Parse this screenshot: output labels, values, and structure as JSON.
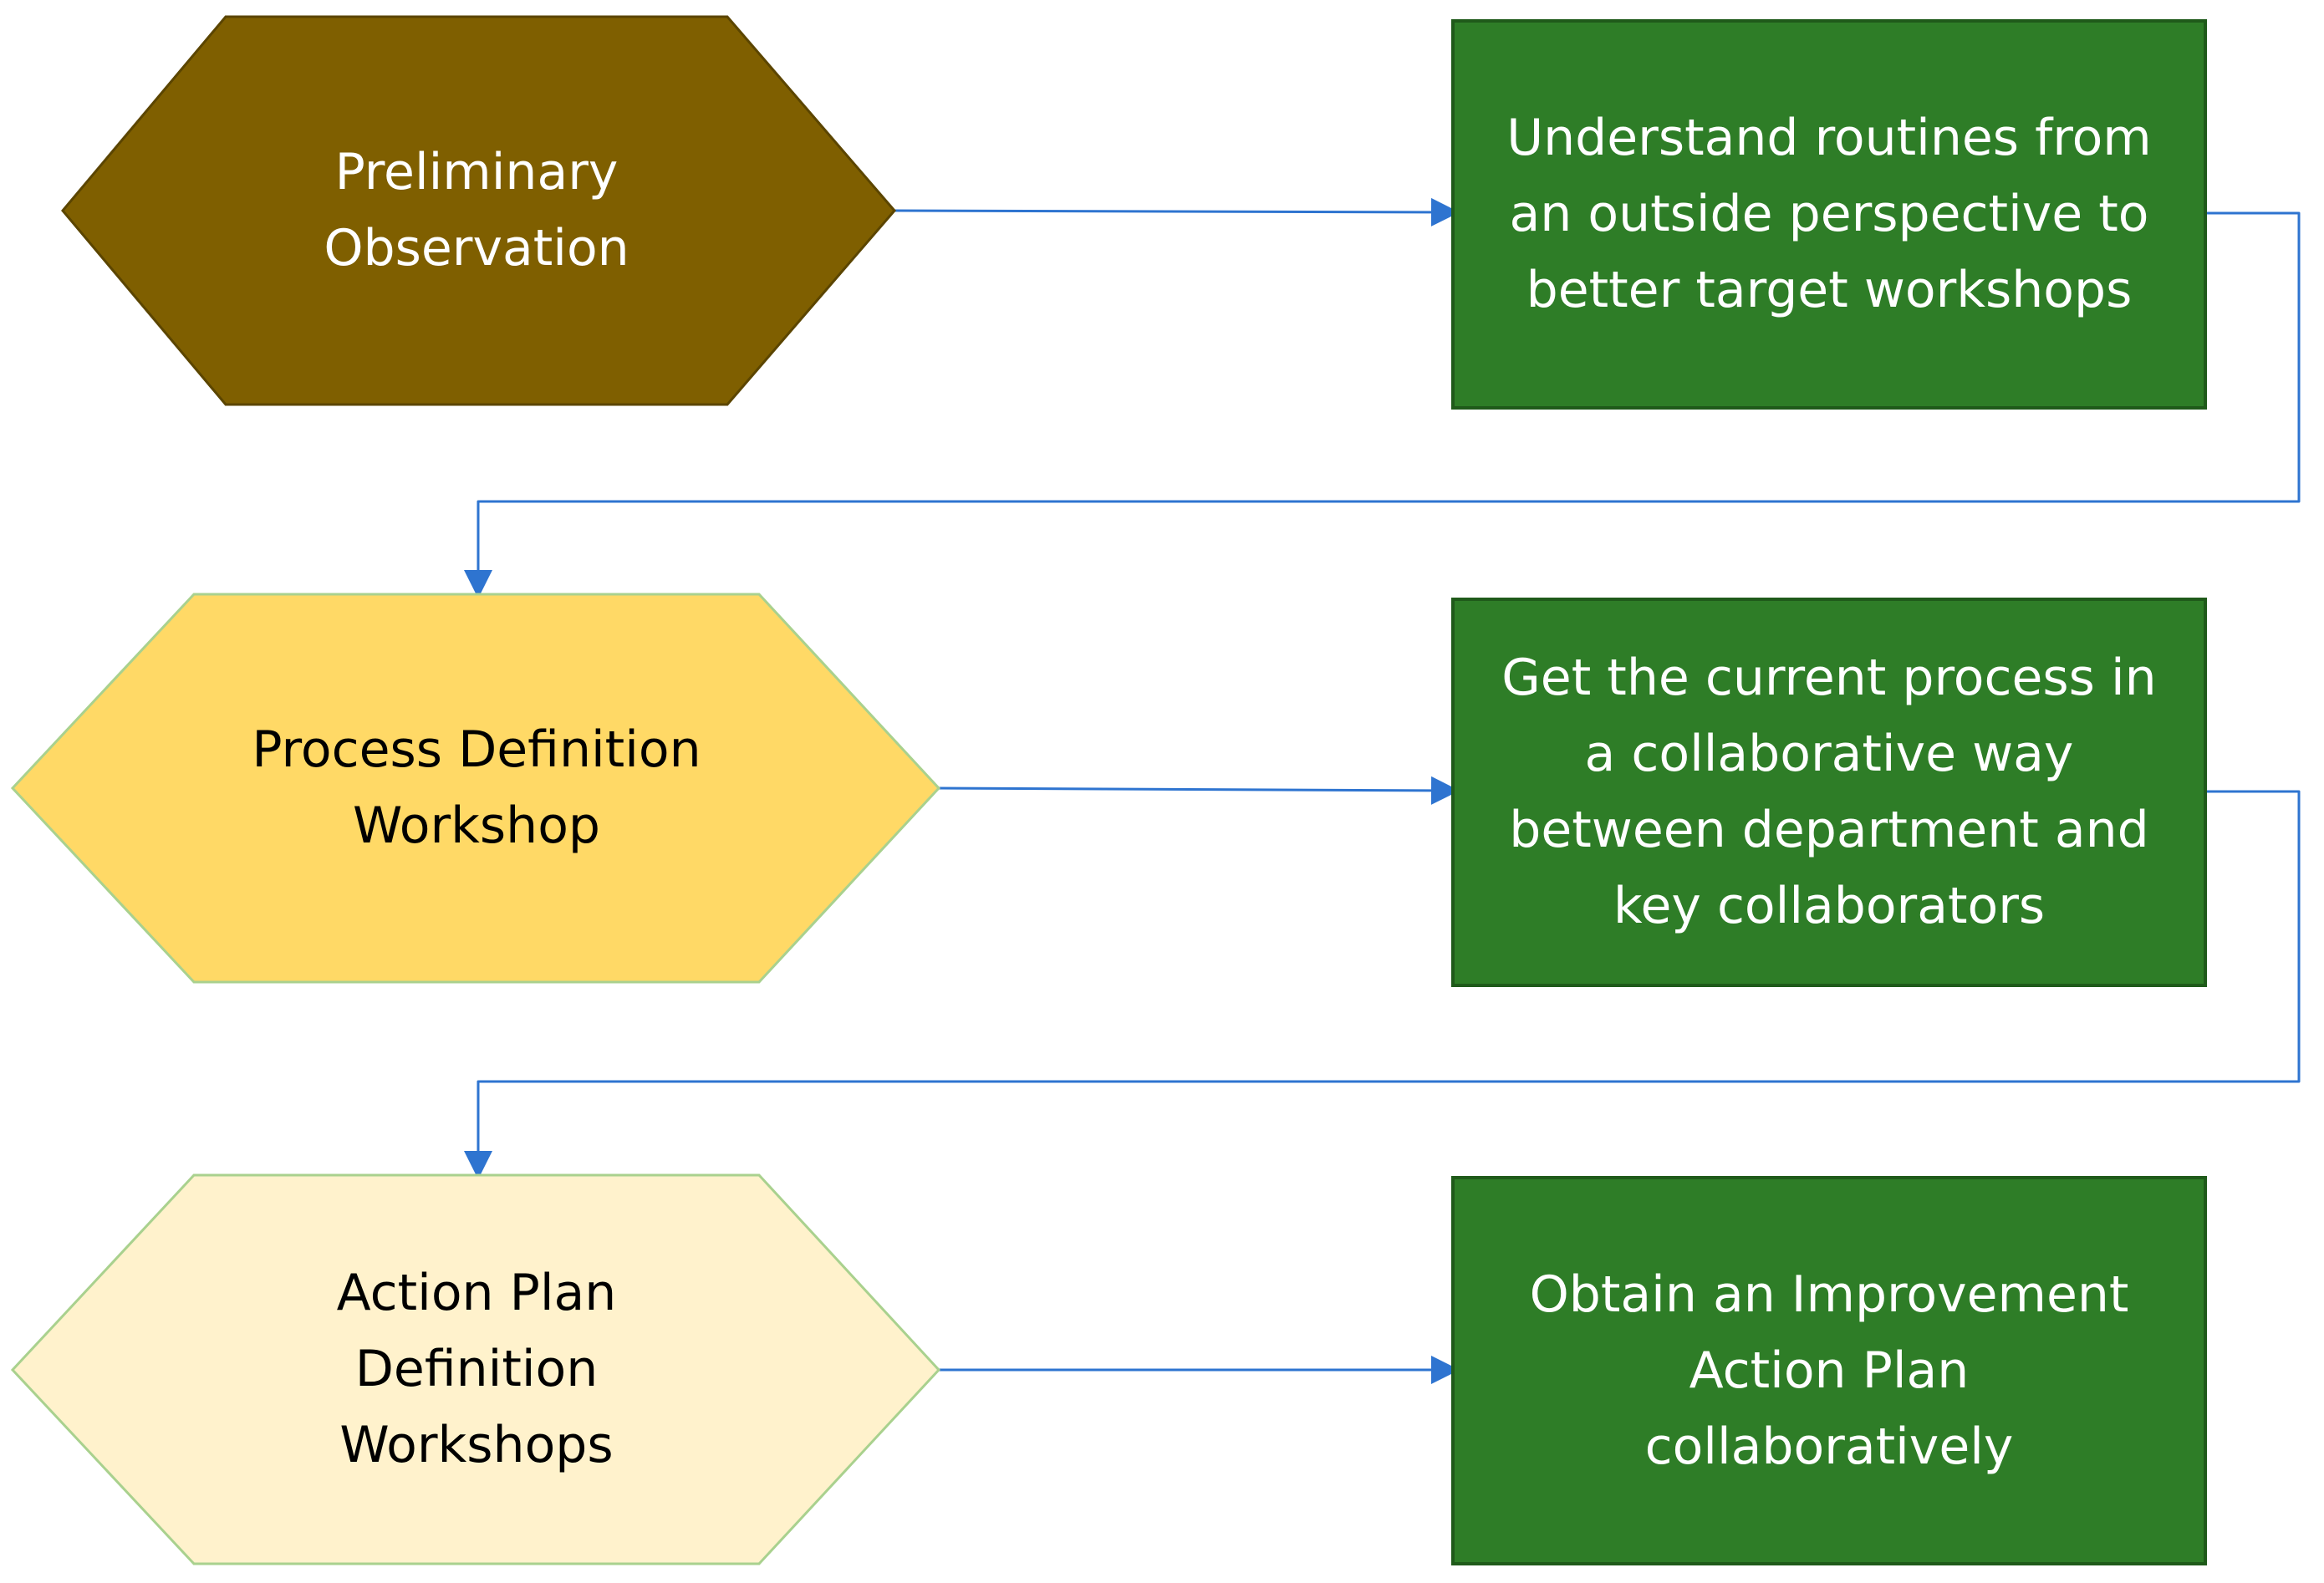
{
  "diagram": {
    "steps": [
      {
        "label": "Preliminary\nObservation",
        "fill": "#7F5F00",
        "text_color": "#FFFFFF",
        "outcome": "Understand routines from\nan outside perspective to\nbetter target workshops"
      },
      {
        "label": "Process Definition\nWorkshop",
        "fill": "#FFD966",
        "text_color": "#000000",
        "outcome": "Get the current process in\na collaborative way\nbetween department and\nkey collaborators"
      },
      {
        "label": "Action Plan\nDefinition\nWorkshops",
        "fill": "#FFF2CC",
        "text_color": "#000000",
        "outcome": "Obtain an Improvement\nAction Plan\ncollaboratively"
      }
    ],
    "outcome_fill": "#2E7D27",
    "outcome_text_color": "#FFFFFF",
    "connector_color": "#2E74D0"
  }
}
